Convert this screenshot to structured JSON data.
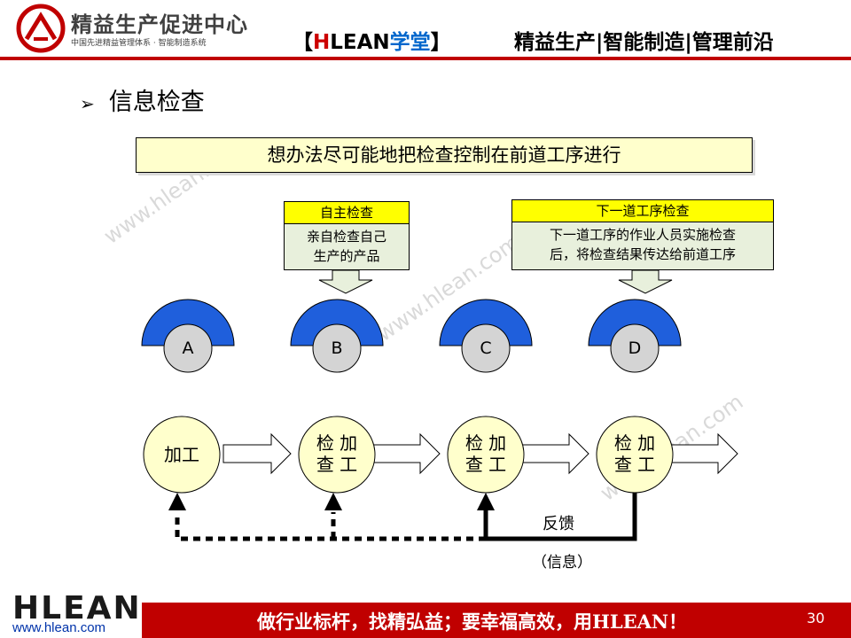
{
  "header": {
    "org_name": "精益生产促进中心",
    "org_subtitle": "中国先进精益管理体系 · 智能制造系统",
    "brand_open": "【",
    "brand_h": "H",
    "brand_lean": "LEAN",
    "brand_school": "学堂",
    "brand_close": "】",
    "tagline": "精益生产|智能制造|管理前沿",
    "accent_color": "#c00000"
  },
  "slide": {
    "title_bullet": "➢",
    "title": "信息检查",
    "banner": "想办法尽可能地把检查控制在前道工序进行"
  },
  "callouts": [
    {
      "title": "自主检查",
      "line1": "亲自检查自己",
      "line2": "生产的产品"
    },
    {
      "title": "下一道工序检查",
      "line1": "下一道工序的作业人员实施检查",
      "line2": "后，将检查结果传达给前道工序"
    }
  ],
  "stations": [
    "A",
    "B",
    "C",
    "D"
  ],
  "processes": [
    {
      "line1": "加工",
      "line2": ""
    },
    {
      "line1": "检 加",
      "line2": "查 工"
    },
    {
      "line1": "检 加",
      "line2": "查 工"
    },
    {
      "line1": "检 加",
      "line2": "查 工"
    }
  ],
  "feedback": {
    "label": "反馈",
    "info": "（信息）"
  },
  "footer": {
    "logo": "HLEAN",
    "url": "www.hlean.com",
    "slogan": "做行业标杆，找精弘益；要幸福高效，用HLEAN！",
    "page_number": "30"
  },
  "watermark": "www.hlean.com",
  "colors": {
    "station_blue": "#1f5fdc",
    "process_fill": "#ffffcc",
    "banner_fill": "#ffffcc",
    "callout_head": "#ffff00",
    "callout_body": "#e8f0dc"
  }
}
